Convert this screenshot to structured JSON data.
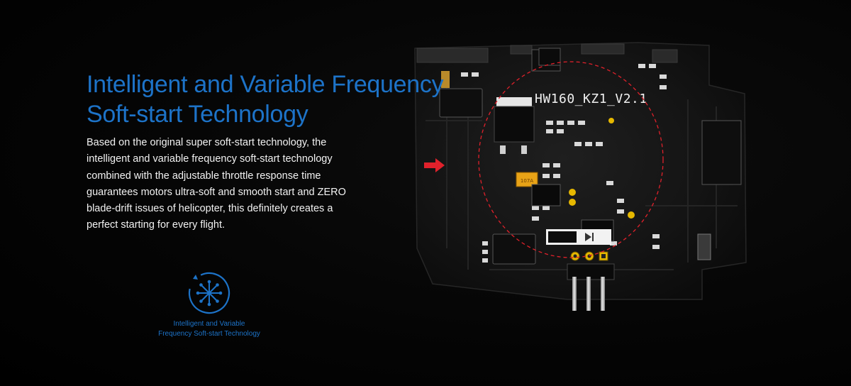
{
  "feature": {
    "title_line1": "Intelligent and Variable Frequency",
    "title_line2": "Soft-start Technology",
    "description": "Based on the original super soft-start technology, the intelligent and variable frequency soft-start technology combined with the adjustable throttle response time guarantees motors ultra-soft and smooth start and ZERO blade-drift issues of helicopter, this definitely creates a perfect starting for every flight.",
    "badge_caption_line1": "Intelligent and Variable",
    "badge_caption_line2": "Frequency Soft-start Technology",
    "badge_icon": "soft-start-snowflake-icon"
  },
  "board": {
    "silkscreen_label": "HW160_KZ1_V2.1",
    "capacitor_marking": "107A",
    "highlight_color": "#e0212b",
    "arrow_icon": "red-right-arrow-icon"
  },
  "colors": {
    "accent_blue": "#1d73c8",
    "body_text": "#f2f2f2",
    "background": "#000000"
  }
}
